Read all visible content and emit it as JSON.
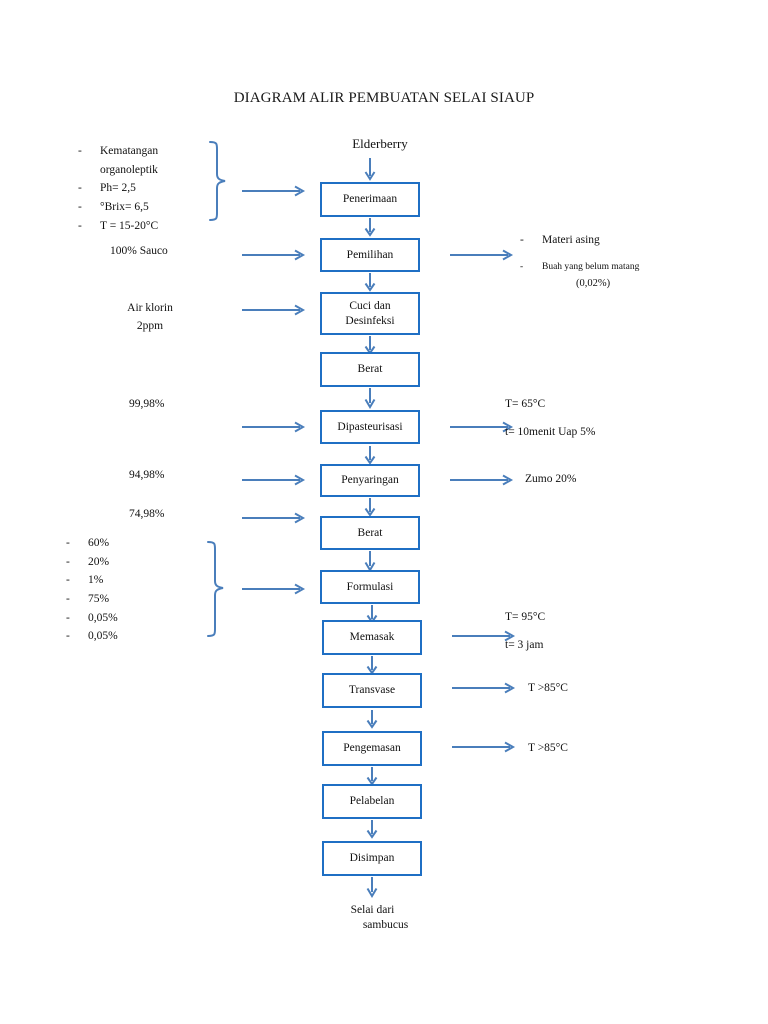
{
  "title": "DIAGRAM ALIR PEMBUATAN SELAI SIAUP",
  "colors": {
    "box_border": "#1F6FC4",
    "arrow": "#4A7EBB",
    "brace": "#4A7EBB",
    "text": "#111111",
    "background": "#FFFFFF"
  },
  "start_node": "Elderberry",
  "end_node": {
    "line1": "Selai dari",
    "line2": "sambucus"
  },
  "steps": [
    {
      "label": "Penerimaan"
    },
    {
      "label": "Pemilihan"
    },
    {
      "label_line1": "Cuci dan",
      "label_line2": "Desinfeksi"
    },
    {
      "label": "Berat"
    },
    {
      "label": "Dipasteurisasi"
    },
    {
      "label": "Penyaringan"
    },
    {
      "label": "Berat"
    },
    {
      "label": "Formulasi"
    },
    {
      "label": "Memasak"
    },
    {
      "label": "Transvase"
    },
    {
      "label": "Pengemasan"
    },
    {
      "label": "Pelabelan"
    },
    {
      "label": "Disimpan"
    }
  ],
  "left_annotations": {
    "quality_params": {
      "items": [
        {
          "dash": "-",
          "line1": "Kematangan",
          "line2": "organoleptik"
        },
        {
          "dash": "-",
          "line1": "Ph= 2,5"
        },
        {
          "dash": "-",
          "line1": "°Brix= 6,5"
        },
        {
          "dash": "-",
          "line1": "T = 15-20°C"
        }
      ]
    },
    "sauco": "100% Sauco",
    "chlorine": {
      "line1": "Air klorin",
      "line2": "2ppm"
    },
    "yield_1": "99,98%",
    "yield_2": "94,98%",
    "yield_3": "74,98%",
    "formulation": {
      "items": [
        {
          "dash": "-",
          "value": "60%"
        },
        {
          "dash": "-",
          "value": "20%"
        },
        {
          "dash": "-",
          "value": "1%"
        },
        {
          "dash": "-",
          "value": "75%"
        },
        {
          "dash": "-",
          "value": "0,05%"
        },
        {
          "dash": "-",
          "value": "0,05%"
        }
      ]
    }
  },
  "right_annotations": {
    "selection_waste": {
      "items": [
        {
          "dash": "-",
          "text": "Materi asing"
        },
        {
          "dash": "-",
          "line1": "Buah yang belum matang",
          "line2": "(0,02%)"
        }
      ]
    },
    "pasteurization": {
      "line1": "T= 65°C",
      "line2": "t= 10menit Uap 5%"
    },
    "filtration": "Zumo 20%",
    "cooking": {
      "line1": "T= 95°C",
      "line2": "t= 3 jam"
    },
    "transvase": "T >85°C",
    "packaging": "T >85°C"
  }
}
